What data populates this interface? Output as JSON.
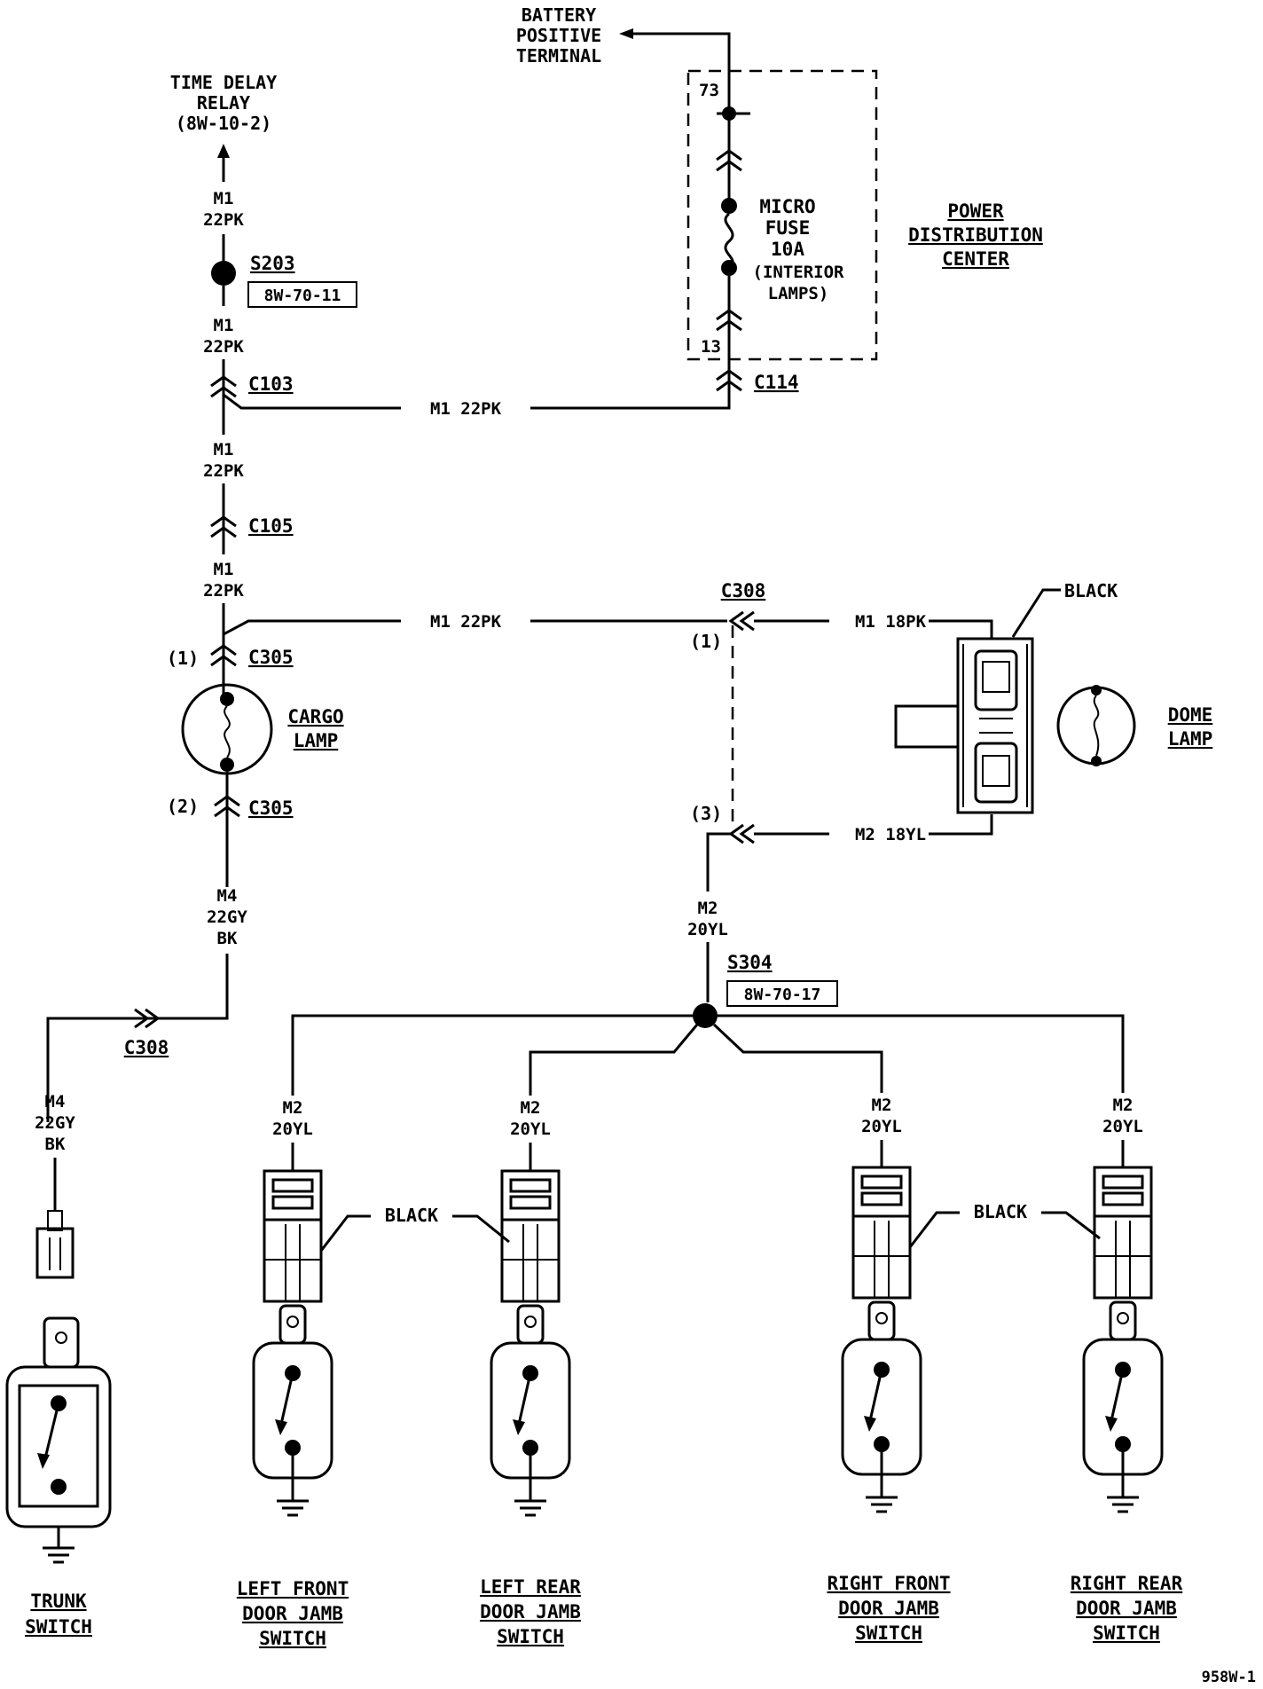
{
  "battery": {
    "l1": "BATTERY",
    "l2": "POSITIVE",
    "l3": "TERMINAL"
  },
  "time_delay_relay": {
    "l1": "TIME DELAY",
    "l2": "RELAY",
    "l3": "(8W-10-2)"
  },
  "pdc": {
    "l1": "POWER",
    "l2": "DISTRIBUTION",
    "l3": "CENTER",
    "cav_top": "73",
    "cav_bottom": "13"
  },
  "fuse": {
    "l1": "MICRO",
    "l2": "FUSE",
    "l3": "10A",
    "l4": "(INTERIOR",
    "l5": "LAMPS)"
  },
  "splices": {
    "s203": "S203",
    "s203_ref": "8W-70-11",
    "s304": "S304",
    "s304_ref": "8W-70-17"
  },
  "connectors": {
    "c103": "C103",
    "c105": "C105",
    "c114": "C114",
    "c305": "C305",
    "c308": "C308"
  },
  "pins": {
    "p1": "(1)",
    "p2": "(2)",
    "p3": "(3)"
  },
  "wires": {
    "m1": "M1",
    "w22pk": "22PK",
    "m1_22pk": "M1 22PK",
    "m1_18pk": "M1 18PK",
    "m2": "M2",
    "w20yl": "20YL",
    "m2_18yl": "M2 18YL",
    "m4": "M4",
    "w22gy": "22GY",
    "bk": "BK"
  },
  "lamps": {
    "cargo_l1": "CARGO",
    "cargo_l2": "LAMP",
    "dome_l1": "DOME",
    "dome_l2": "LAMP"
  },
  "black": "BLACK",
  "switches": {
    "trunk_l1": "TRUNK",
    "trunk_l2": "SWITCH",
    "lf_l1": "LEFT FRONT",
    "lf_l2": "DOOR JAMB",
    "lf_l3": "SWITCH",
    "lr_l1": "LEFT REAR",
    "lr_l2": "DOOR JAMB",
    "lr_l3": "SWITCH",
    "rf_l1": "RIGHT FRONT",
    "rf_l2": "DOOR JAMB",
    "rf_l3": "SWITCH",
    "rr_l1": "RIGHT REAR",
    "rr_l2": "DOOR JAMB",
    "rr_l3": "SWITCH"
  },
  "figure_id": "958W-1"
}
